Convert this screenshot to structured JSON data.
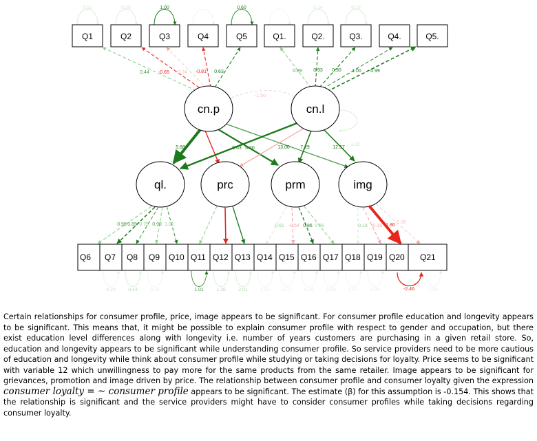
{
  "diagram": {
    "top_indicators": [
      "Q1",
      "Q2",
      "Q3",
      "Q4",
      "Q5",
      "Q1.",
      "Q2.",
      "Q3.",
      "Q4.",
      "Q5."
    ],
    "bottom_indicators": [
      "Q6",
      "Q7",
      "Q8",
      "Q9",
      "Q10",
      "Q11",
      "Q12",
      "Q13",
      "Q14",
      "Q15",
      "Q16",
      "Q17",
      "Q18",
      "Q19",
      "Q20",
      "Q21"
    ],
    "latent_variables": [
      "cn.p",
      "cn.l",
      "ql.",
      "prc",
      "prm",
      "img"
    ],
    "top_variance_labels": [
      "0.51",
      "0.29",
      "1.00",
      "",
      "0.60",
      "",
      "0.14",
      "0.19"
    ],
    "top_loading_labels": [
      "0.44",
      "-0.65",
      "-0.24",
      "-0.81",
      "0.63",
      "0.89",
      "0.93",
      "0.90",
      "1.00",
      "0.99"
    ],
    "latent_covariance_label": "-1.50",
    "structural_path_labels": [
      "5.68",
      "5.63",
      "6.20",
      "13.00",
      "7.29",
      "12.57",
      "1.00"
    ],
    "bottom_loading_labels": [
      "0.98",
      "0.89",
      "0.75",
      "0.90",
      "1.01",
      "0.61",
      "-0.54",
      "0.86",
      "0.56",
      "0.18",
      "-0.19",
      "1.86",
      "0.06"
    ],
    "bottom_variance_labels": [
      "0.20",
      "0.43",
      "0.18",
      "1.01",
      "1.36",
      "2.01",
      "0.63",
      "0.71",
      "0.26",
      "0.69",
      "0.97",
      "0.98",
      "-2.46",
      "1.00"
    ]
  },
  "caption": {
    "paragraph_before_formula": "Certain relationships for consumer profile, price, image appears to be significant. For consumer profile education and longevity appears to be significant. This means that, it might be possible to explain consumer profile with respect to gender and occupation, but there exist education level differences along with longevity i.e. number of years customers are purchasing in a given retail store. So, education and longevity appears to be significant while understanding consumer profile. So service providers need to be more cautious of education and longevity while think about consumer profile while studying or taking decisions for loyalty. Price seems to be significant with variable 12 which unwillingness to pay more for the same products from the same retailer. Image appears to be significant for grievances, promotion and image driven by price. The relationship between consumer profile and consumer loyalty given the expression",
    "formula": "consumer loyalty = ~ consumer profile",
    "paragraph_after_formula": "appears to be significant. The estimate (β) for this assumption is -0.154. This shows that the relationship is significant and the service providers might have to consider consumer profiles while taking decisions regarding consumer loyalty."
  },
  "colors": {
    "positive_strong": "#1b7a1b",
    "positive_weak": "#8fd08f",
    "negative_strong": "#e8261c",
    "negative_weak": "#f2a7a4"
  }
}
